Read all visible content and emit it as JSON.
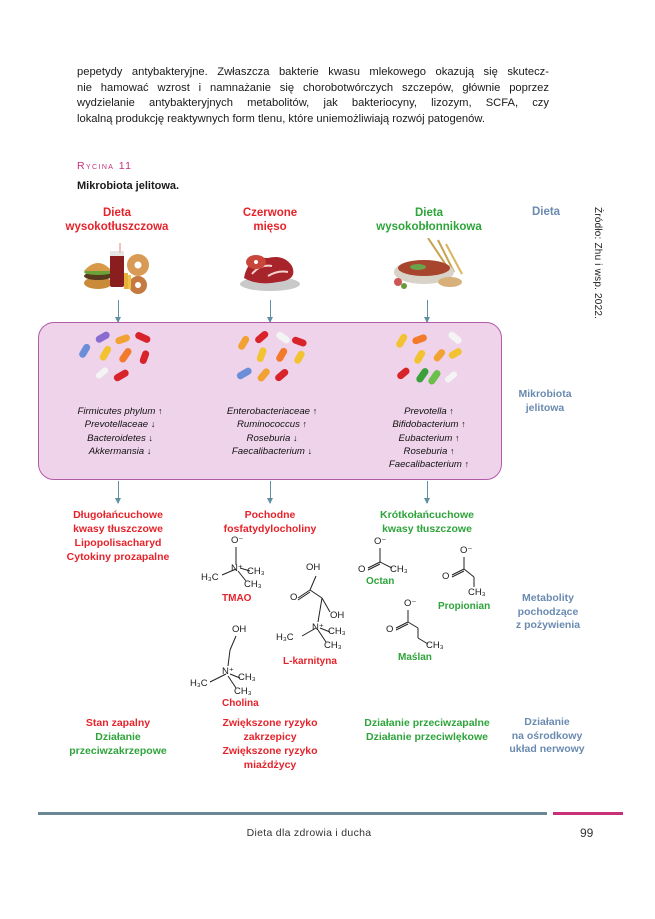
{
  "paragraph": {
    "lines": [
      "pepetydy antybakteryjne. Zwłaszcza bakterie kwasu mlekowego okazują się skutecz-",
      "nie hamować wzrost i namnażanie się chorobotwórczych szczepów, głównie poprzez",
      "wydzielanie antybakteryjnych metabolitów, jak bakteriocyny, lizozym, SCFA, czy",
      "lokalną produkcję reaktywnych form tlenu, które uniemożliwiają rozwój patogenów."
    ]
  },
  "figure": {
    "label": "Rycina 11",
    "title": "Mikrobiota jelitowa.",
    "source": "Źródło: Zhu i wsp. 2022."
  },
  "columns": {
    "high_fat": {
      "head": [
        "Dieta",
        "wysokotłuszczowa"
      ],
      "taxa": [
        {
          "name": "Firmicutes phylum",
          "arrow": "↑"
        },
        {
          "name": "Prevotellaceae",
          "arrow": "↓"
        },
        {
          "name": "Bacteroidetes",
          "arrow": "↓"
        },
        {
          "name": "Akkermansia",
          "arrow": "↓"
        }
      ],
      "metabolites": [
        "Długołańcuchowe",
        "kwasy tłuszczowe",
        "Lipopolisacharyd",
        "Cytokiny prozapalne"
      ],
      "effects": [
        {
          "text": "Stan zapalny",
          "color": "red"
        },
        {
          "text": "Działanie",
          "color": "green"
        },
        {
          "text": "przeciwzakrzepowe",
          "color": "green"
        }
      ]
    },
    "red_meat": {
      "head": [
        "Czerwone",
        "mięso"
      ],
      "taxa": [
        {
          "name": "Enterobacteriaceae",
          "arrow": "↑"
        },
        {
          "name": "Ruminococcus",
          "arrow": "↑"
        },
        {
          "name": "Roseburia",
          "arrow": "↓"
        },
        {
          "name": "Faecalibacterium",
          "arrow": "↓"
        }
      ],
      "metabolites": [
        "Pochodne",
        "fosfatydylocholiny"
      ],
      "chem_names": {
        "tmao": "TMAO",
        "carnitine": "L-karnityna",
        "choline": "Cholina"
      },
      "effects": [
        "Zwiększone ryzyko",
        "zakrzepicy",
        "Zwiększone ryzyko",
        "miażdżycy"
      ]
    },
    "high_fiber": {
      "head": [
        "Dieta",
        "wysokobłonnikowa"
      ],
      "taxa": [
        {
          "name": "Prevotella",
          "arrow": "↑"
        },
        {
          "name": "Bifidobacterium",
          "arrow": "↑"
        },
        {
          "name": "Eubacterium",
          "arrow": "↑"
        },
        {
          "name": "Roseburia",
          "arrow": "↑"
        },
        {
          "name": "Faecalibacterium",
          "arrow": "↑"
        }
      ],
      "metabolites": [
        "Krótkołańcuchowe",
        "kwasy tłuszczowe"
      ],
      "chem_names": {
        "octan": "Octan",
        "propionian": "Propionian",
        "maslan": "Maślan"
      },
      "effects": [
        "Działanie przeciwzapalne",
        "Działanie przeciwlękowe"
      ]
    }
  },
  "side_labels": {
    "diet": [
      "Dieta"
    ],
    "microbiota": [
      "Mikrobiota",
      "jelitowa"
    ],
    "metabolites": [
      "Metabolity",
      "pochodzące",
      "z pożywienia"
    ],
    "action": [
      "Działanie",
      "na ośrodkowy",
      "układ nerwowy"
    ]
  },
  "chem_atoms": {
    "o_minus": "O⁻",
    "o": "O",
    "oh": "OH",
    "n_plus": "N⁺",
    "ch3": "CH₃",
    "h3c": "H₃C"
  },
  "footer": {
    "text": "Dieta dla zdrowia i ducha",
    "page": "99"
  },
  "colors": {
    "red": "#e5232b",
    "green": "#2ea43a",
    "blue": "#6a8ab0",
    "magenta": "#c8317a",
    "box_fill": "#eed3ea",
    "box_border": "#b25ba8"
  }
}
